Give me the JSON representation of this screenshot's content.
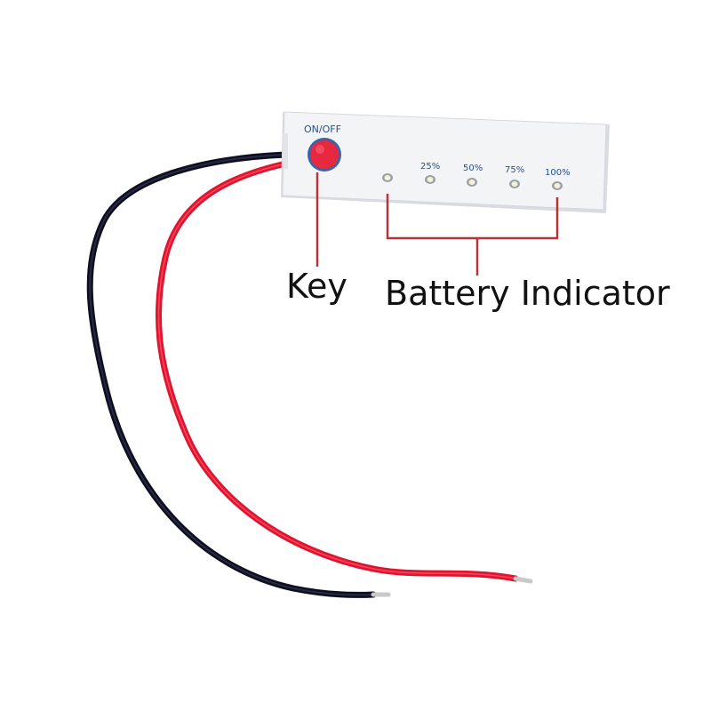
{
  "board": {
    "switch_label": "ON/OFF",
    "levels": [
      "25%",
      "50%",
      "75%",
      "100%"
    ]
  },
  "callouts": {
    "key": "Key",
    "battery": "Battery Indicator"
  },
  "colors": {
    "board": "#f3f4f6",
    "board_print": "#2a4f8f",
    "switch": "#e8283e",
    "switch_ring": "#3c63a8",
    "callout_line": "#b8323a",
    "red_wire": "#e0142e",
    "black_wire": "#1c1c2e",
    "tin": "#c9c9c9"
  }
}
